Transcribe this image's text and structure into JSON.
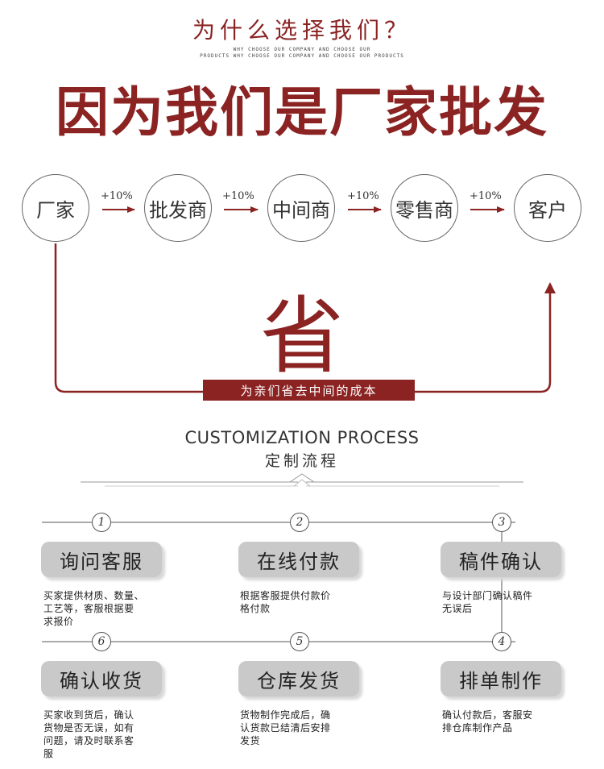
{
  "header": {
    "title": "为什么选择我们？",
    "subtitle_line1": "WHY CHOOSE OUR COMPANY AND CHOOSE OUR",
    "subtitle_line2": "PRODUCTS WHY CHOOSE OUR COMPANY AND CHOOSE OUR PRODUCTS",
    "headline": "因为我们是厂家批发"
  },
  "flow": {
    "nodes": [
      "厂家",
      "批发商",
      "中间商",
      "零售商",
      "客户"
    ],
    "markups": [
      "+10%",
      "+10%",
      "+10%",
      "+10%"
    ],
    "save_char": "省",
    "banner": "为亲们省去中间的成本",
    "accent_color": "#8b2323"
  },
  "process": {
    "title_en": "CUSTOMIZATION PROCESS",
    "title_cn": "定制流程",
    "steps": [
      {
        "num": "1",
        "label": "询问客服",
        "desc": [
          "买家提供材质、数量、",
          "工艺等，客服根据要",
          "求报价"
        ]
      },
      {
        "num": "2",
        "label": "在线付款",
        "desc": [
          "根据客服提供付款价",
          "格付款"
        ]
      },
      {
        "num": "3",
        "label": "稿件确认",
        "desc": [
          "与设计部门确认稿件",
          "无误后"
        ]
      },
      {
        "num": "4",
        "label": "排单制作",
        "desc": [
          "确认付款后，客服安",
          "排仓库制作产品"
        ]
      },
      {
        "num": "5",
        "label": "仓库发货",
        "desc": [
          "货物制作完成后，确",
          "认货款已结清后安排",
          "发货"
        ]
      },
      {
        "num": "6",
        "label": "确认收货",
        "desc": [
          "买家收到货后，确认",
          "货物是否无误，如有",
          "问题，请及时联系客",
          "服"
        ]
      }
    ]
  }
}
